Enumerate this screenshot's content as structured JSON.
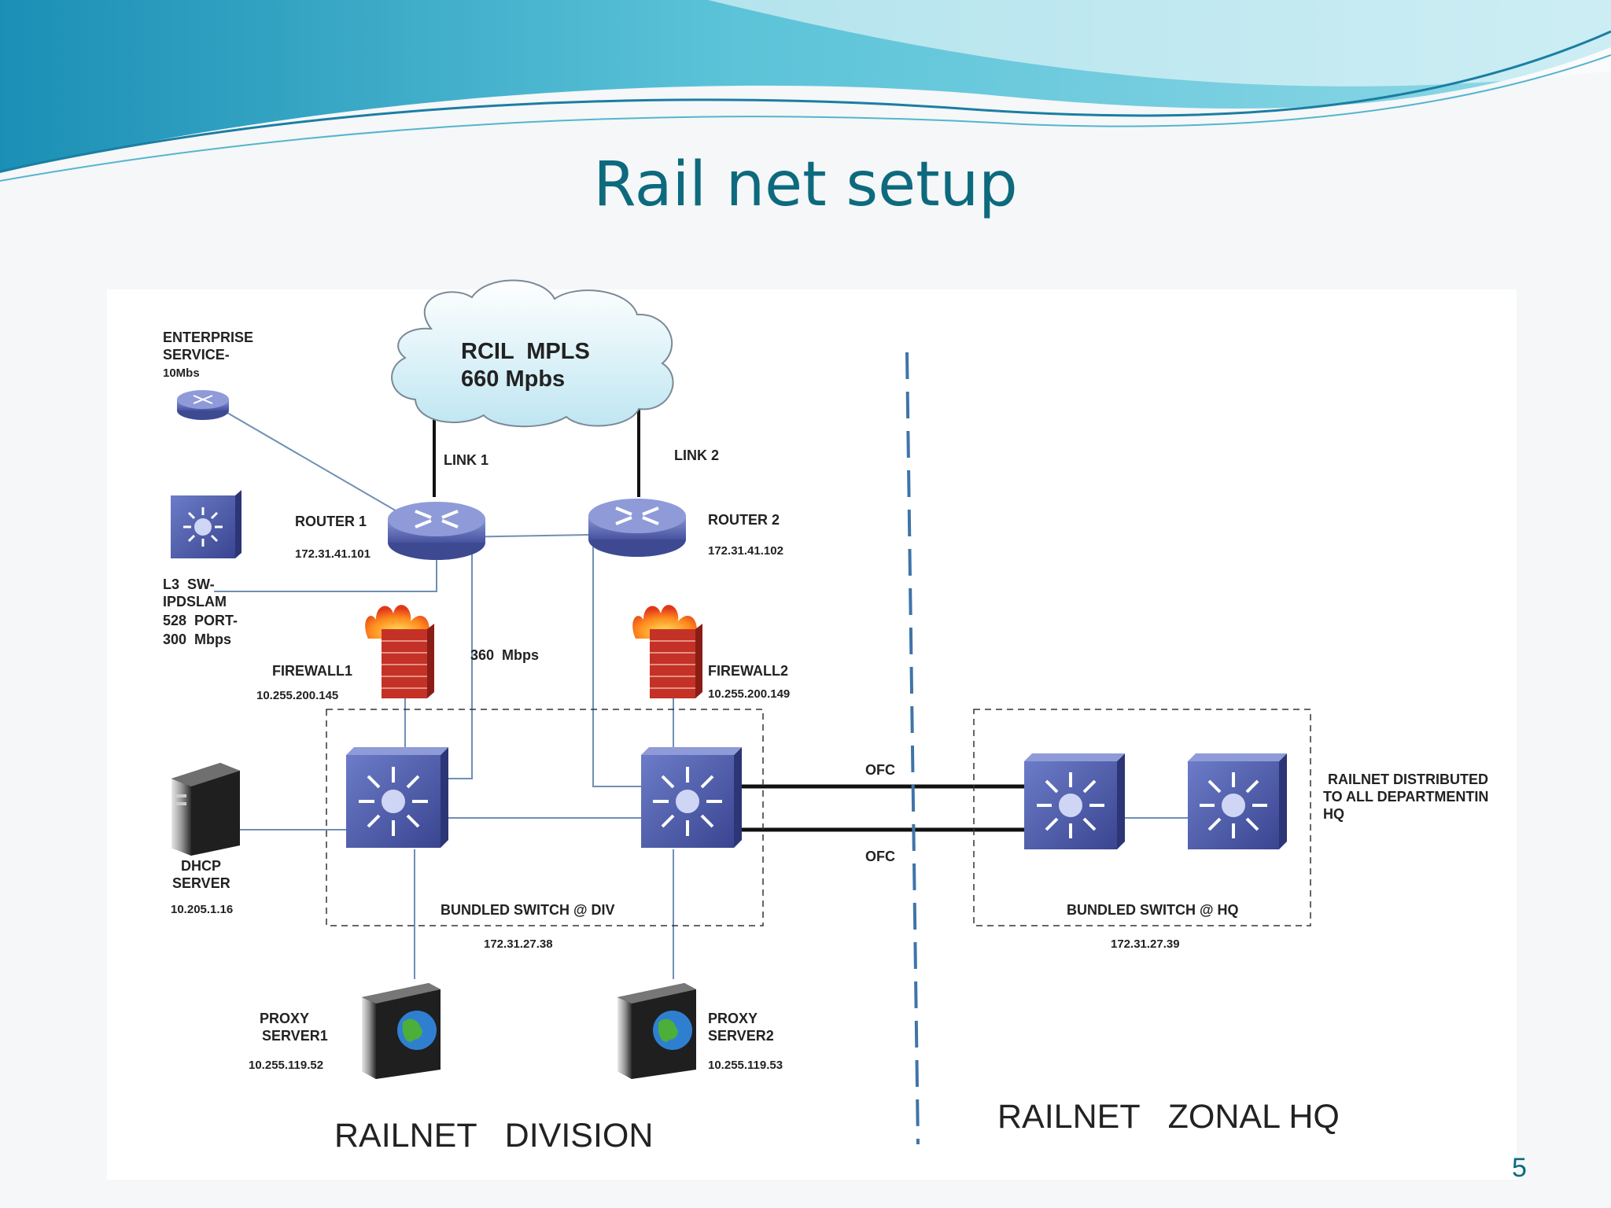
{
  "slide": {
    "title": "Rail net setup",
    "page_number": "5",
    "colors": {
      "title": "#0d6a7e",
      "header_wave": "#5bc3d8",
      "device_blue": "#3f4f9e"
    }
  },
  "diagram": {
    "cloud": {
      "line1": "RCIL  MPLS",
      "line2": "660 Mpbs"
    },
    "links": {
      "link1": "LINK 1",
      "link2": "LINK 2",
      "bandwidth": "360  Mbps",
      "ofc_top": "OFC",
      "ofc_bottom": "OFC"
    },
    "enterprise": {
      "line1": "ENTERPRISE",
      "line2": "SERVICE-",
      "line3": "10Mbs"
    },
    "router1": {
      "name": "ROUTER 1",
      "ip": "172.31.41.101"
    },
    "router2": {
      "name": "ROUTER 2",
      "ip": "172.31.41.102"
    },
    "l3switch": {
      "line1": "L3  SW-",
      "line2": "IPDSLAM",
      "line3": "528  PORT-",
      "line4": "300  Mbps"
    },
    "firewall1": {
      "name": "FIREWALL1",
      "ip": "10.255.200.145"
    },
    "firewall2": {
      "name": "FIREWALL2",
      "ip": "10.255.200.149"
    },
    "dhcp": {
      "line1": "DHCP",
      "line2": "SERVER",
      "ip": "10.205.1.16"
    },
    "bundled_div": {
      "name": "BUNDLED SWITCH @ DIV",
      "ip": "172.31.27.38"
    },
    "bundled_hq": {
      "name": "BUNDLED SWITCH @ HQ",
      "ip": "172.31.27.39"
    },
    "proxy1": {
      "line1": "PROXY",
      "line2": "SERVER1",
      "ip": "10.255.119.52"
    },
    "proxy2": {
      "line1": "PROXY",
      "line2": "SERVER2",
      "ip": "10.255.119.53"
    },
    "hq_note": {
      "line1": "RAILNET DISTRIBUTED",
      "line2": "TO ALL DEPARTMENTIN",
      "line3": "HQ"
    },
    "zones": {
      "division": "RAILNET   DIVISION",
      "zonal": "RAILNET   ZONAL HQ"
    }
  }
}
